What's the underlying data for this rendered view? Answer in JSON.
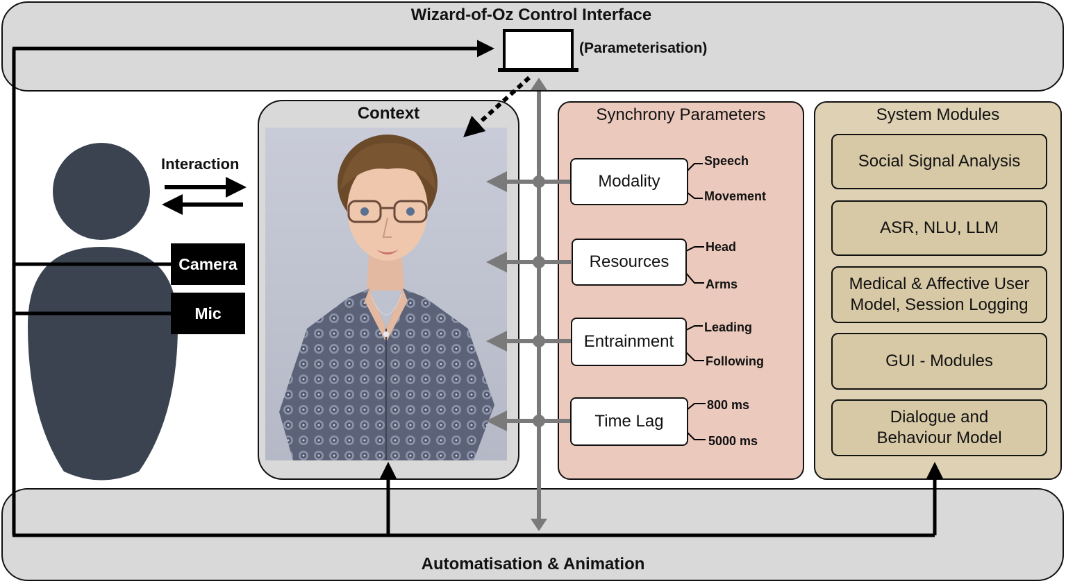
{
  "wizard": {
    "title": "Wizard-of-Oz Control Interface",
    "parameterisation": "(Parameterisation)"
  },
  "automation": {
    "title": "Automatisation & Animation"
  },
  "user": {
    "interaction_label": "Interaction",
    "camera": "Camera",
    "mic": "Mic"
  },
  "context": {
    "title": "Context"
  },
  "synchrony": {
    "title": "Synchrony Parameters",
    "params": [
      {
        "label": "Modality",
        "options": [
          "Speech",
          "Movement"
        ]
      },
      {
        "label": "Resources",
        "options": [
          "Head",
          "Arms"
        ]
      },
      {
        "label": "Entrainment",
        "options": [
          "Leading",
          "Following"
        ]
      },
      {
        "label": "Time Lag",
        "options": [
          "800 ms",
          "5000 ms"
        ]
      }
    ]
  },
  "modules": {
    "title": "System Modules",
    "items": [
      {
        "line1": "Social Signal Analysis",
        "line2": ""
      },
      {
        "line1": "ASR, NLU, LLM",
        "line2": ""
      },
      {
        "line1": "Medical & Affective User",
        "line2": "Model, Session Logging"
      },
      {
        "line1": "GUI - Modules",
        "line2": ""
      },
      {
        "line1": "Dialogue and",
        "line2": "Behaviour Model"
      }
    ]
  },
  "colors": {
    "synchrony_panel": "#ecc9bd",
    "modules_panel": "#dfd2b4",
    "module_box": "#d7c9a6",
    "bars": "#d9d9d9",
    "person": "#3b4350",
    "connector": "#7a7a7a"
  }
}
